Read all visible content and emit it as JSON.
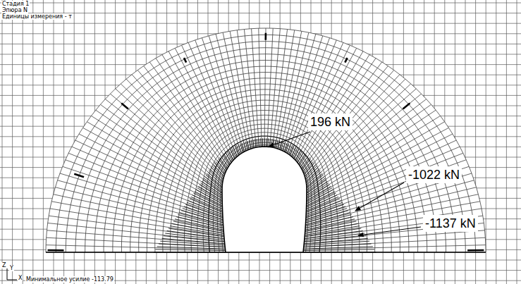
{
  "diagram": {
    "labels": [
      "Стадия 1",
      "Эпюра N",
      "Единицы измерения - т",
      "196 kN",
      "-1022 kN",
      "-1137 kN",
      "Z",
      "Y",
      "X",
      "Минимальное усилие -113.79"
    ]
  }
}
